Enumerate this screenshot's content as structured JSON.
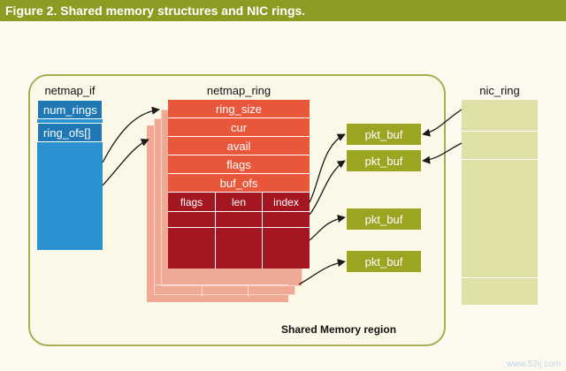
{
  "figure": {
    "title": "Figure 2. Shared memory structures and NIC rings.",
    "region_label": "Shared Memory region"
  },
  "netmap_if": {
    "title": "netmap_if",
    "fields": [
      "num_rings",
      "ring_ofs[]"
    ]
  },
  "netmap_ring": {
    "title": "netmap_ring",
    "fields": [
      "ring_size",
      "cur",
      "avail",
      "flags",
      "buf_ofs"
    ],
    "slot_columns": [
      "flags",
      "len",
      "index"
    ]
  },
  "pkt_buf": {
    "labels": [
      "pkt_buf",
      "pkt_buf",
      "pkt_buf",
      "pkt_buf"
    ]
  },
  "nic_ring": {
    "title": "nic_ring"
  },
  "watermark": {
    "text": "www.52ij.com"
  },
  "colors": {
    "title_bar": "#8c9c22",
    "region_border": "#a6ad55",
    "netmap_if_blue": "#1f78b4",
    "ring_orange": "#e9573b",
    "ring_dark_red": "#a41620",
    "ring_shadow": "#f0a994",
    "pkt_buf_olive": "#9ba521",
    "nic_ring_fill": "#dfe0a6"
  }
}
